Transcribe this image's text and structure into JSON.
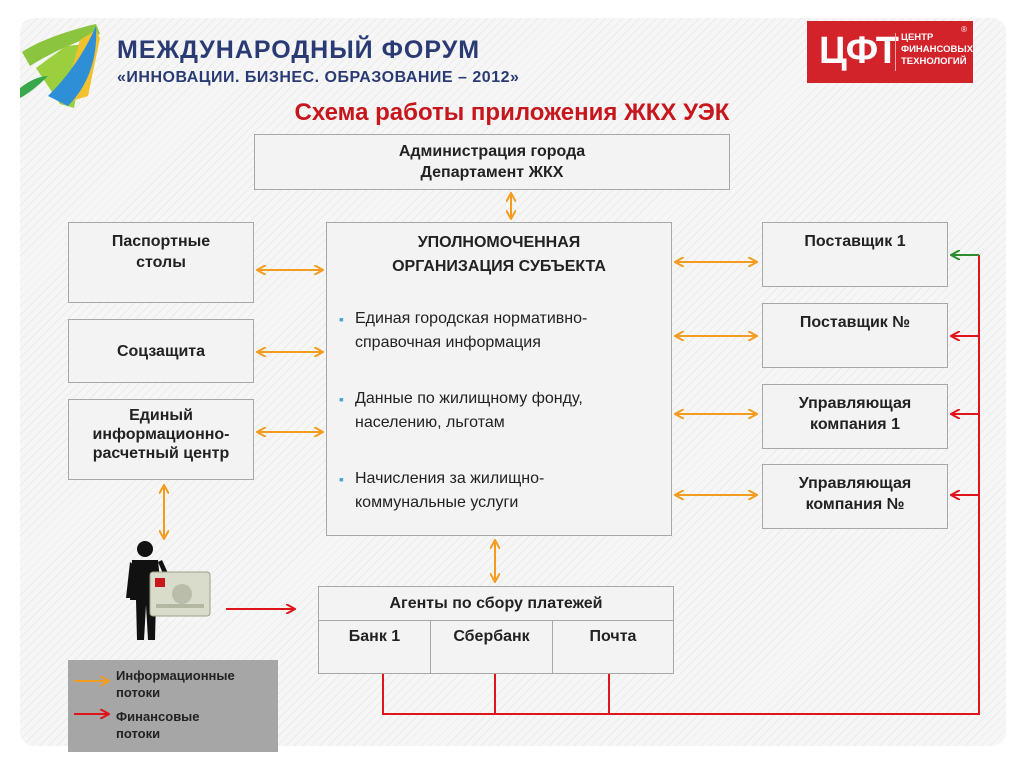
{
  "header": {
    "forum_title": "МЕЖДУНАРОДНЫЙ ФОРУМ",
    "forum_subtitle": "«ИННОВАЦИИ. БИЗНЕС. ОБРАЗОВАНИЕ – 2012»",
    "logo_abbr": "ЦФТ",
    "logo_text": "ЦЕНТР\nФИНАНСОВЫХ\nТЕХНОЛОГИЙ",
    "logo_reg": "®"
  },
  "title": "Схема работы приложения ЖКХ УЭК",
  "nodes": {
    "administration": "Администрация города\nДепартамент ЖКХ",
    "passport_desks": "Паспортные\nстолы",
    "social_protection": "Соцзащита",
    "unified_center": "Единый\nинформационно-\nрасчетный центр",
    "central_org": "УПОЛНОМОЧЕННАЯ\nОРГАНИЗАЦИЯ СУБЪЕКТА",
    "central_items": [
      "Единая городская нормативно-\nсправочная информация",
      "Данные по жилищному фонду,\nнаселению, льготам",
      "Начисления за жилищно-\nкоммунальные услуги"
    ],
    "supplier_1": "Поставщик 1",
    "supplier_n": "Поставщик №",
    "management_1": "Управляющая\nкомпания 1",
    "management_n": "Управляющая\nкомпания №",
    "agents": {
      "title": "Агенты по сбору платежей",
      "cells": [
        "Банк 1",
        "Сбербанк",
        "Почта"
      ]
    }
  },
  "legend": {
    "info_flows": "Информационные\nпотоки",
    "financial_flows": "Финансовые\nпотоки"
  },
  "colors": {
    "info_arrow": "#f39c1f",
    "finance_arrow": "#e0141b",
    "green_arrow": "#2e8b2e",
    "title_red": "#c8161d",
    "forum_blue": "#2a3b73",
    "logo_red": "#d2232a"
  }
}
